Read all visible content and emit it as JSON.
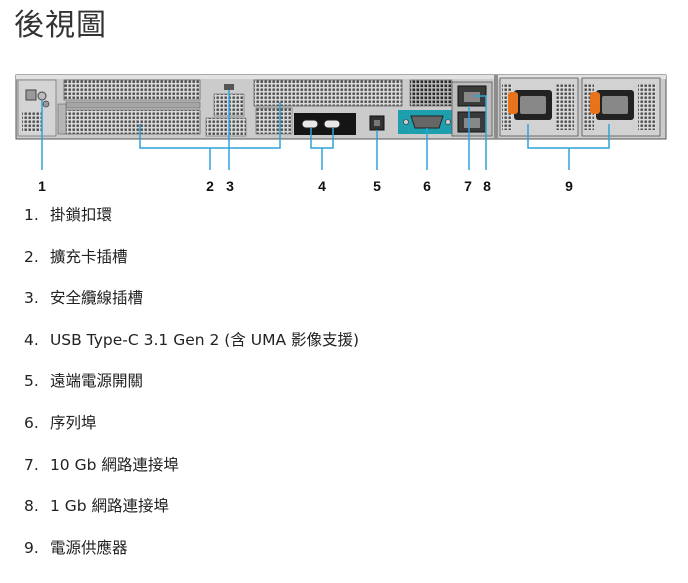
{
  "title": "後視圖",
  "callouts": [
    "1",
    "2",
    "3",
    "4",
    "5",
    "6",
    "7",
    "8",
    "9"
  ],
  "legend": [
    {
      "num": "1.",
      "label": "掛鎖扣環"
    },
    {
      "num": "2.",
      "label": "擴充卡插槽"
    },
    {
      "num": "3.",
      "label": "安全纜線插槽"
    },
    {
      "num": "4.",
      "label": "USB Type-C 3.1 Gen 2 (含 UMA 影像支援)"
    },
    {
      "num": "5.",
      "label": "遠端電源開關"
    },
    {
      "num": "6.",
      "label": "序列埠"
    },
    {
      "num": "7.",
      "label": "10 Gb 網路連接埠"
    },
    {
      "num": "8.",
      "label": "1 Gb 網路連接埠"
    },
    {
      "num": "9.",
      "label": "電源供應器"
    }
  ],
  "colors": {
    "chassis": "#c9c9c9",
    "chassis_dark": "#8f8f8f",
    "callout_line": "#2fa3d8",
    "serial_port": "#1e9fae",
    "psu_handle": "#e8731b"
  }
}
